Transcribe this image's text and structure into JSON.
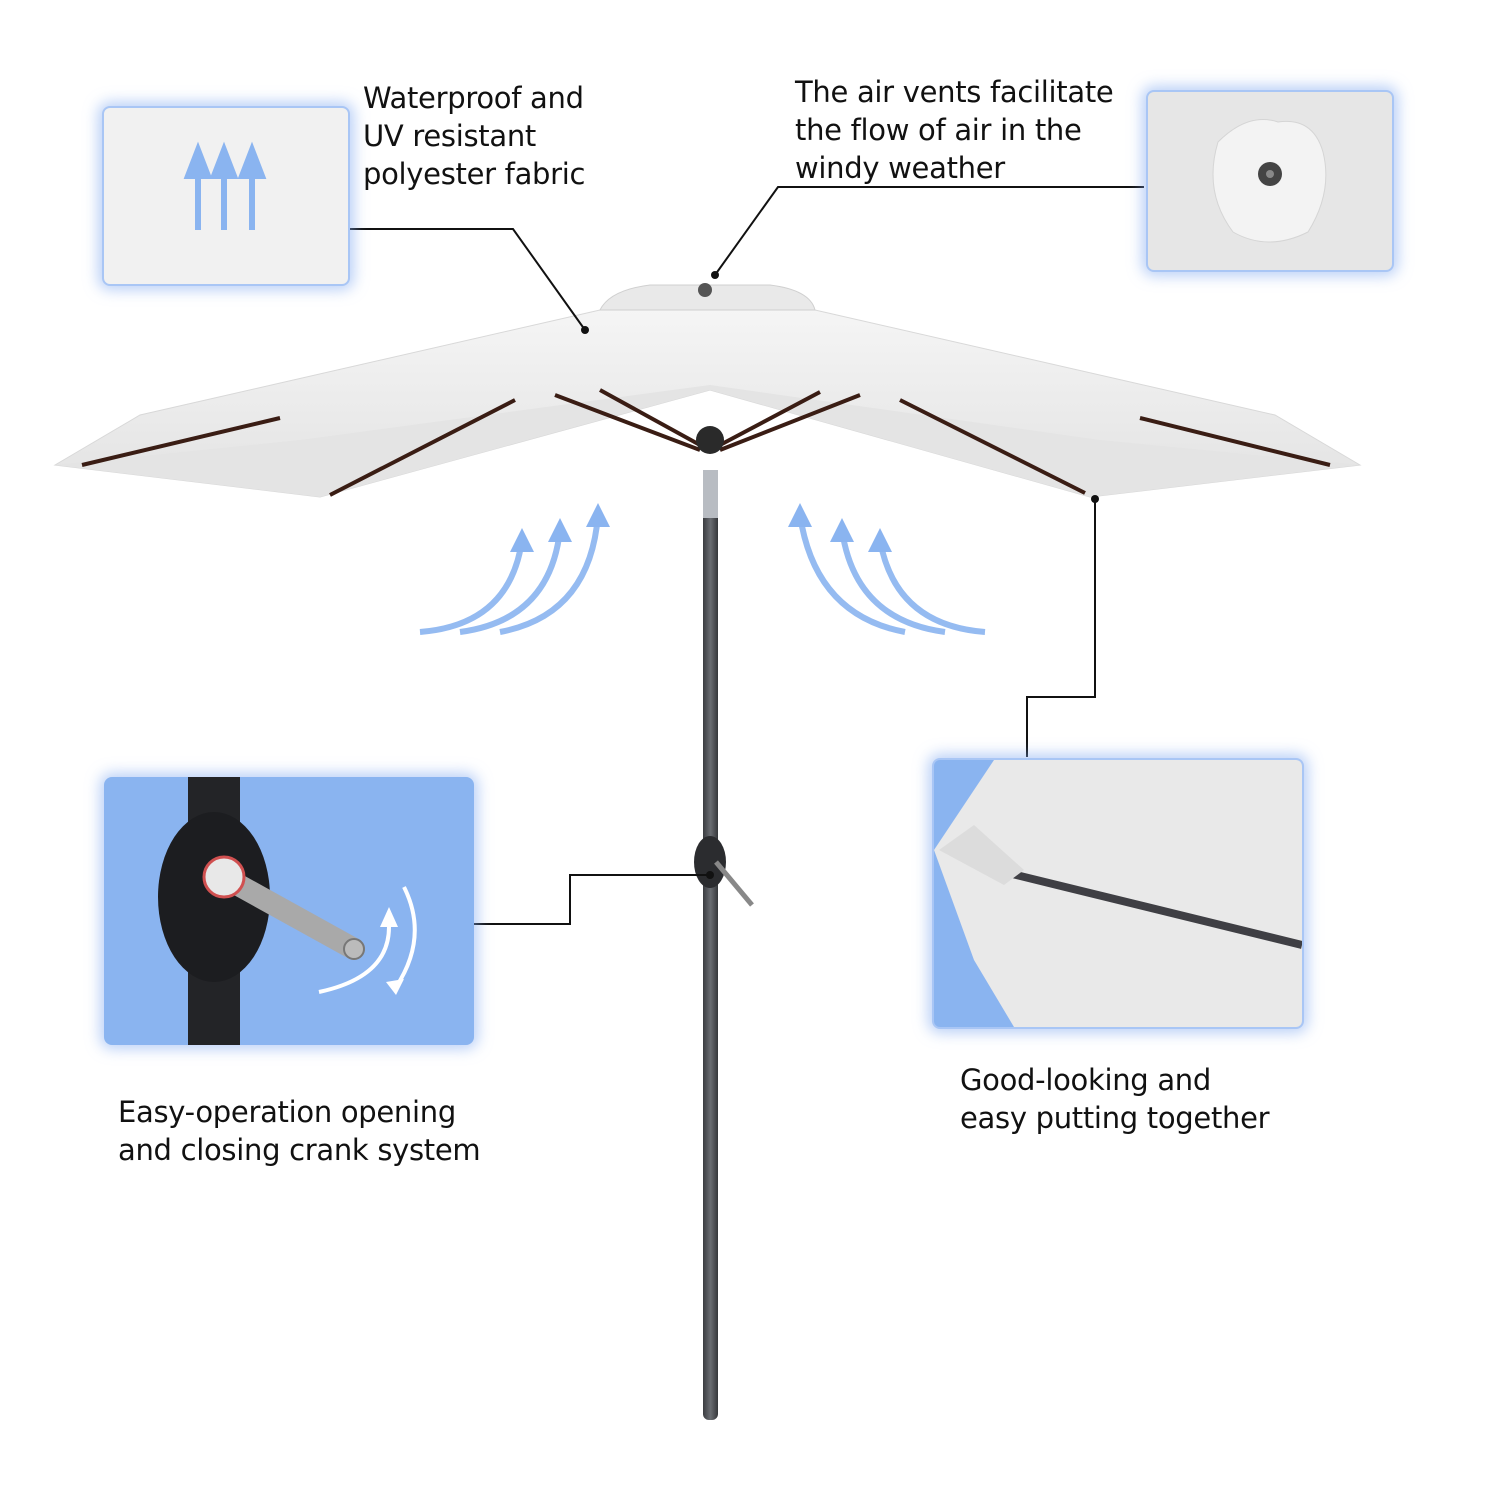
{
  "features": [
    {
      "id": "fabric",
      "lines": [
        "Waterproof and",
        "UV resistant",
        "polyester fabric"
      ]
    },
    {
      "id": "vents",
      "lines": [
        "The air vents facilitate",
        "the flow of air in the",
        "windy weather"
      ]
    },
    {
      "id": "crank",
      "lines": [
        "Easy-operation opening",
        "and closing crank system"
      ]
    },
    {
      "id": "ribs",
      "lines": [
        "Good-looking and",
        "easy putting together"
      ]
    }
  ],
  "colors": {
    "accent": "#8ab4f0",
    "canopy": "#efefef",
    "pole": "#4a4d52",
    "rib": "#3a1d14"
  }
}
